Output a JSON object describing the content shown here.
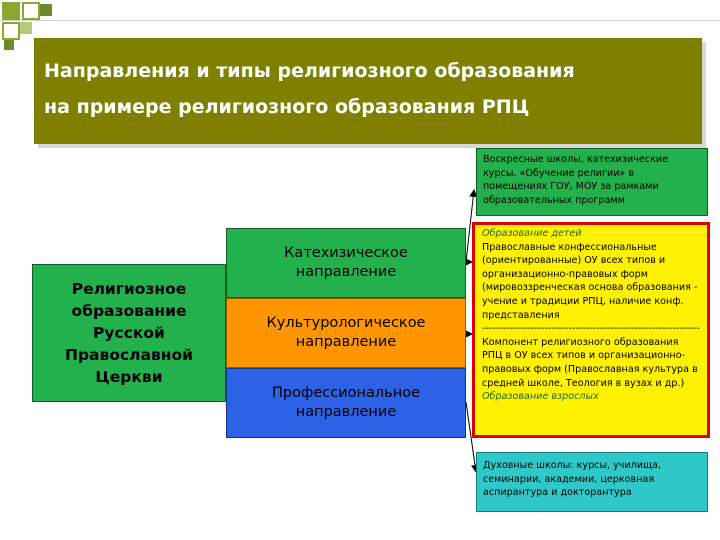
{
  "title": {
    "line1": "Направления и типы религиозного образования",
    "line2": "на примере религиозного образования РПЦ"
  },
  "main_box": {
    "text": "Религиозное\nобразование\nРусской\nПравославной\nЦеркви"
  },
  "directions": [
    {
      "text": "Катехизическое\nнаправление"
    },
    {
      "text": "Культурологическое\nнаправление"
    },
    {
      "text": "Профессиональное\nнаправление"
    }
  ],
  "right_top": {
    "text": "Воскресные школы, катехизические курсы. «Обучение религии» в помещениях ГОУ, МОУ за рамками образовательных программ"
  },
  "right_mid": {
    "heading_children": "Образование детей",
    "paragraph1": "Православные конфессиональные (ориентированные) ОУ всех типов и организационно-правовых форм (мировоззренческая основа образования - учение и традиции РПЦ, наличие конф. представления",
    "separator": "------------------------------------------------------------------",
    "paragraph2": "Компонент религиозного образования РПЦ в ОУ всех типов и организационно-правовых форм (Православная культура в средней школе, Теология в вузах и др.)",
    "heading_adults": "Образование взрослых"
  },
  "right_bot": {
    "text": "Духовные школы: курсы, училища, семинарии, академии, церковная аспирантура и докторантура"
  },
  "colors": {
    "title_bg": "#808000",
    "green": "#22b14c",
    "orange": "#ff9500",
    "blue": "#2b62e6",
    "yellow": "#fff200",
    "red_border": "#e00000",
    "teal": "#2fc8c8",
    "decor_square": "#8aa830"
  }
}
